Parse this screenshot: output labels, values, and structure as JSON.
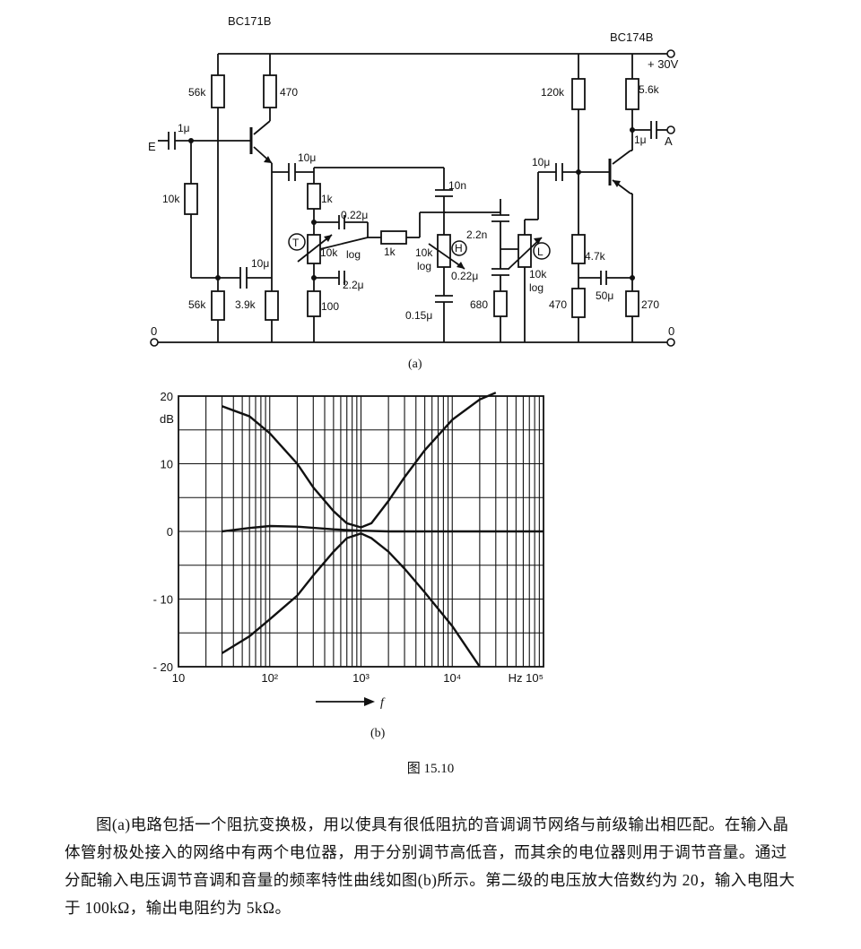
{
  "circuit": {
    "transistor1": "BC171B",
    "transistor2": "BC174B",
    "supply": "+ 30V",
    "input_label": "E",
    "output_label": "A",
    "ground_left": "0",
    "ground_right": "0",
    "components": {
      "c_in": "1μ",
      "r_10k_bias": "10k",
      "r_56k_top": "56k",
      "r_56k_bot": "56k",
      "r_470_col": "470",
      "c_10u_emit": "10μ",
      "r_3k9": "3.9k",
      "c_10u_bias": "10μ",
      "r_1k": "1k",
      "c_022_a": "0.22μ",
      "pot_T": "10k",
      "pot_T_taper": "log",
      "pot_T_tag": "T",
      "c_22u": "2.2μ",
      "r_100": "100",
      "r_1k_series": "1k",
      "c_10n": "10n",
      "pot_H": "10k",
      "pot_H_taper": "log",
      "pot_H_tag": "H",
      "c_022_b": "0.22μ",
      "c_015u": "0.15μ",
      "c_22n": "2.2n",
      "r_680": "680",
      "pot_L": "10k",
      "pot_L_taper": "log",
      "pot_L_tag": "L",
      "c_10u_in2": "10μ",
      "r_120k": "120k",
      "r_5k6": "5.6k",
      "c_1u_out": "1μ",
      "r_4k7": "4.7k",
      "c_50u": "50μ",
      "r_470_b": "470",
      "r_270": "270"
    },
    "caption": "(a)"
  },
  "chart_data": {
    "type": "line",
    "x_scale": "log",
    "xlim": [
      10,
      100000
    ],
    "ylim": [
      -20,
      20
    ],
    "ylabel": "dB",
    "x_unit": "Hz",
    "y_ticks": [
      "20",
      "10",
      "0",
      "- 10",
      "- 20"
    ],
    "x_ticks": [
      "10",
      "10²",
      "10³",
      "10⁴",
      "Hz 10⁵"
    ],
    "freq_arrow_label": "f",
    "caption": "(b)",
    "series": [
      {
        "x": [
          30,
          60,
          100,
          200,
          300,
          500,
          700,
          1000,
          1300,
          1600,
          2000,
          3000,
          5000,
          10000,
          20000,
          30000
        ],
        "y": [
          18.5,
          17,
          14.5,
          10,
          6.5,
          3,
          1.2,
          0.6,
          1.2,
          2.8,
          4.5,
          8,
          12,
          16.5,
          19.5,
          20.5
        ]
      },
      {
        "x": [
          30,
          60,
          100,
          200,
          500,
          1000,
          2000,
          10000,
          100000
        ],
        "y": [
          0,
          0.5,
          0.8,
          0.7,
          0.3,
          0.1,
          0,
          0,
          0
        ]
      },
      {
        "x": [
          30,
          60,
          100,
          200,
          300,
          500,
          700,
          1000,
          1300,
          2000,
          3000,
          5000,
          10000,
          20000
        ],
        "y": [
          -18,
          -15.5,
          -13,
          -9.5,
          -6.5,
          -3,
          -1,
          -0.3,
          -1,
          -3,
          -5.5,
          -9,
          -14,
          -20
        ]
      }
    ]
  },
  "figure_caption": "图 15.10",
  "body_text": "图(a)电路包括一个阻抗变换极，用以使具有很低阻抗的音调调节网络与前级输出相匹配。在输入晶体管射极处接入的网络中有两个电位器，用于分别调节高低音，而其余的电位器则用于调节音量。通过分配输入电压调节音调和音量的频率特性曲线如图(b)所示。第二级的电压放大倍数约为 20，输入电阻大于 100kΩ，输出电阻约为 5kΩ。"
}
